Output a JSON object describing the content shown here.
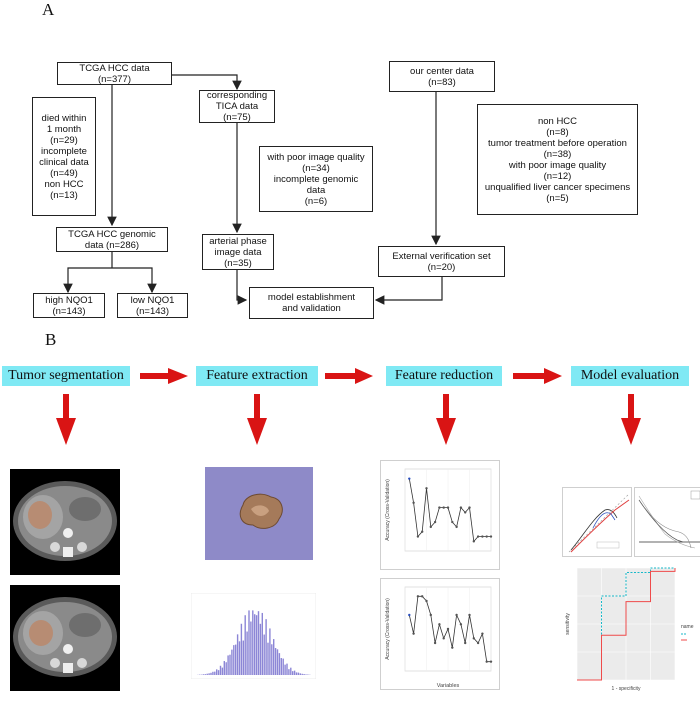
{
  "panel_a": {
    "label": "A",
    "tcga": [
      "TCGA HCC data",
      "(n=377)"
    ],
    "excluded": [
      "died within",
      "1 month",
      "(n=29)",
      "incomplete",
      "clinical data",
      "(n=49)",
      "non HCC",
      "(n=13)"
    ],
    "tcia": [
      "corresponding",
      "TICA data",
      "(n=75)"
    ],
    "genomic": [
      "TCGA HCC genomic",
      "data (n=286)"
    ],
    "high": [
      "high NQO1",
      "(n=143)"
    ],
    "low": [
      "low NQO1",
      "(n=143)"
    ],
    "poor": [
      "with poor image quality",
      "(n=34)",
      "incomplete genomic",
      "data",
      "(n=6)"
    ],
    "arterial": [
      "arterial phase",
      "image data",
      "(n=35)"
    ],
    "model": [
      "model establishment",
      "and validation"
    ],
    "center": [
      "our center data",
      "(n=83)"
    ],
    "center_excluded": [
      "non HCC",
      "(n=8)",
      "tumor treatment before operation",
      "(n=38)",
      "with poor image quality",
      "(n=12)",
      "unqualified liver cancer specimens",
      "(n=5)"
    ],
    "external": [
      "External verification set",
      "(n=20)"
    ]
  },
  "panel_b": {
    "label": "B",
    "steps": [
      "Tumor segmentation",
      "Feature extraction",
      "Feature reduction",
      "Model evaluation"
    ],
    "arrow_color": "#d91414",
    "step_bg": "#7fe9f4",
    "plot_labels": {
      "top_y": "Accuracy (Cross-Validation)",
      "bottom_y": "Accuracy (Cross-Validation)",
      "bottom_x": "Variables",
      "roc_x": "1 - specificity",
      "roc_y": "sensitivity",
      "legend_title": "name"
    }
  },
  "chart_data": [
    {
      "type": "line",
      "x": [
        1,
        2,
        3,
        4,
        5,
        6,
        7,
        8,
        9,
        10,
        11,
        12,
        13,
        14,
        15,
        16,
        17,
        18,
        19,
        20
      ],
      "values": [
        0.65,
        0.6,
        0.53,
        0.54,
        0.63,
        0.55,
        0.56,
        0.59,
        0.59,
        0.59,
        0.56,
        0.55,
        0.59,
        0.58,
        0.59,
        0.52,
        0.53,
        0.53,
        0.53,
        0.53
      ],
      "xlabel": "",
      "ylabel": "Accuracy (Cross-Validation)",
      "xlim": [
        0,
        20
      ]
    },
    {
      "type": "line",
      "x": [
        1,
        2,
        3,
        4,
        5,
        6,
        7,
        8,
        9,
        10,
        11,
        12,
        13,
        14,
        15,
        16,
        17,
        18,
        19,
        20
      ],
      "values": [
        0.62,
        0.58,
        0.66,
        0.66,
        0.65,
        0.62,
        0.56,
        0.6,
        0.57,
        0.59,
        0.55,
        0.62,
        0.6,
        0.56,
        0.62,
        0.57,
        0.56,
        0.58,
        0.52,
        0.52
      ],
      "xlabel": "Variables",
      "ylabel": "Accuracy (Cross-Validation)",
      "xlim": [
        0,
        20
      ]
    },
    {
      "type": "line",
      "x": [
        0,
        0.25,
        0.5,
        0.75,
        1.0
      ],
      "series": [
        {
          "values": [
            0,
            0.75,
            0.96,
            1,
            1
          ],
          "color": "#16b9c9"
        },
        {
          "values": [
            0,
            0.4,
            0.7,
            0.97,
            1
          ],
          "color": "#ef4b4b"
        }
      ],
      "xlabel": "1 - specificity",
      "ylabel": "sensitivity",
      "xlim": [
        0,
        1
      ],
      "ylim": [
        0,
        1
      ]
    }
  ]
}
